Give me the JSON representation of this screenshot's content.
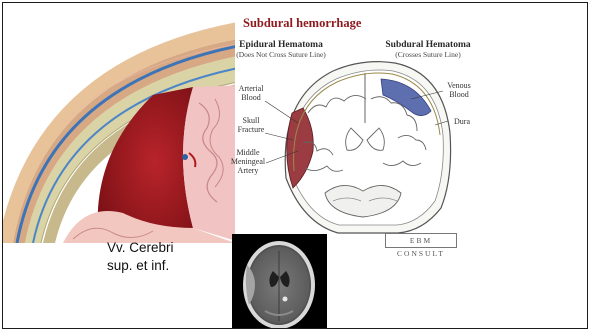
{
  "title": "Subdural hemorrhage",
  "left_header": {
    "title": "Epidural Hematoma",
    "subtitle": "(Does Not Cross Suture Line)"
  },
  "right_header": {
    "title": "Subdural Hematoma",
    "subtitle": "(Crosses Suture Line)"
  },
  "labels": {
    "arterial_blood": [
      "Arterial",
      "Blood"
    ],
    "skull_fracture": [
      "Skull",
      "Fracture"
    ],
    "middle_meningeal": [
      "Middle",
      "Meningeal",
      "Artery"
    ],
    "venous_blood": [
      "Venous",
      "Blood"
    ],
    "dura": "Dura"
  },
  "brand": "EBM CONSULT",
  "caption": [
    "Vv. Cerebri",
    "sup. et inf."
  ]
}
